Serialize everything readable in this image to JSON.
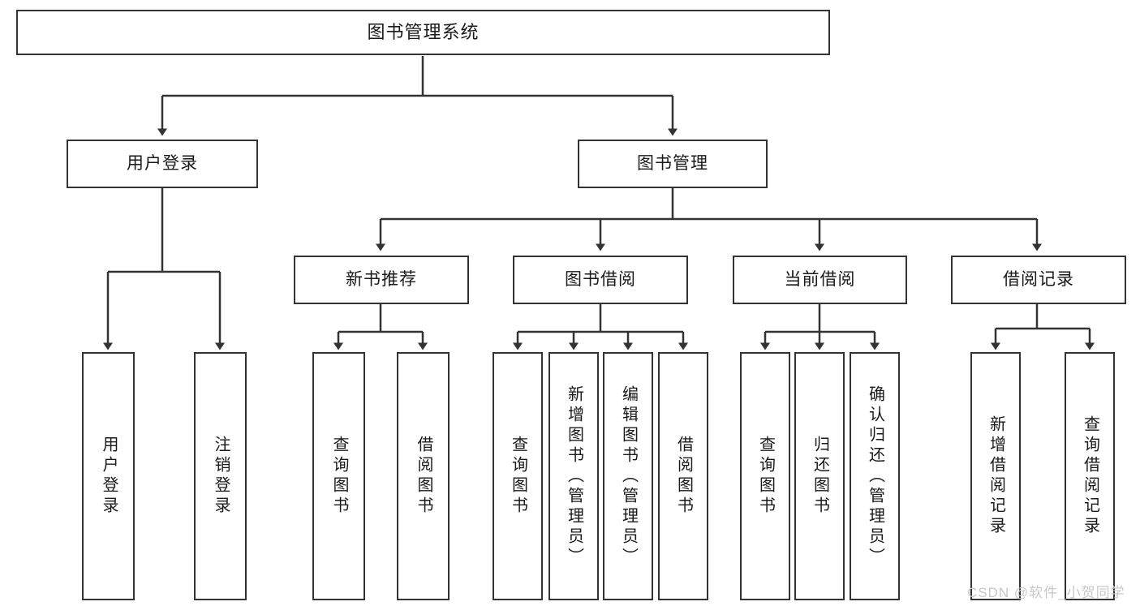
{
  "diagram": {
    "title": "图书管理系统",
    "type": "hierarchy-tree",
    "direction": "top-down",
    "colors": {
      "box_border": "#333333",
      "box_fill": "#ffffff",
      "edge": "#333333",
      "text": "#1a1a1a",
      "watermark": "#c8c8c8",
      "background": "#ffffff"
    }
  },
  "root": {
    "label": "图书管理系统"
  },
  "level2": [
    {
      "label": "用户登录"
    },
    {
      "label": "图书管理"
    }
  ],
  "level3": [
    {
      "label": "新书推荐"
    },
    {
      "label": "图书借阅"
    },
    {
      "label": "当前借阅"
    },
    {
      "label": "借阅记录"
    }
  ],
  "leaves": {
    "user_login": [
      {
        "label": "用户登录"
      },
      {
        "label": "注销登录"
      }
    ],
    "new_book_recommend": [
      {
        "label": "查询图书"
      },
      {
        "label": "借阅图书"
      }
    ],
    "book_borrow": [
      {
        "label": "查询图书"
      },
      {
        "label": "新增图书（管理员）"
      },
      {
        "label": "编辑图书（管理员）"
      },
      {
        "label": "借阅图书"
      }
    ],
    "current_borrow": [
      {
        "label": "查询图书"
      },
      {
        "label": "归还图书"
      },
      {
        "label": "确认归还（管理员）"
      }
    ],
    "borrow_record": [
      {
        "label": "新增借阅记录"
      },
      {
        "label": "查询借阅记录"
      }
    ]
  },
  "watermark": {
    "text": "CSDN @软件_小贺同学"
  }
}
